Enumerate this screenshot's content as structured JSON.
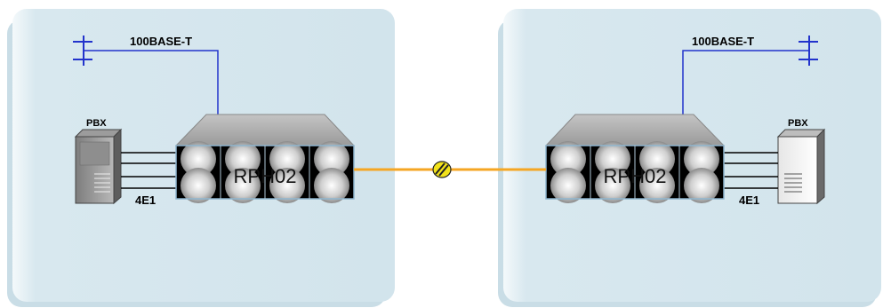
{
  "diagram": {
    "left_site": {
      "ethernet_label": "100BASE-T",
      "pbx_label": "PBX",
      "e1_label": "4E1",
      "device_label": "RPH02"
    },
    "right_site": {
      "ethernet_label": "100BASE-T",
      "pbx_label": "PBX",
      "e1_label": "4E1",
      "device_label": "RPH02"
    },
    "link": {
      "color": "#f5a623",
      "icon": "radio-link-icon"
    },
    "colors": {
      "site_background": "#d9e9f0",
      "ethernet_line": "#2233cc",
      "device_top": "#a8a8a8"
    }
  }
}
